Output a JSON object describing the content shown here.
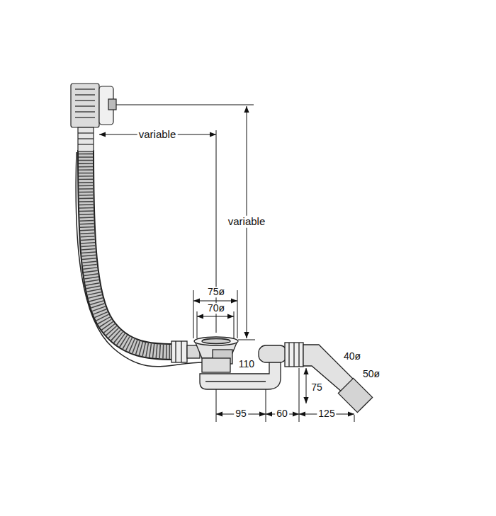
{
  "diagram": {
    "labels": [
      "variable",
      "variable",
      "75ø",
      "70ø",
      "110",
      "75",
      "40ø",
      "50ø",
      "95",
      "60",
      "125"
    ]
  }
}
